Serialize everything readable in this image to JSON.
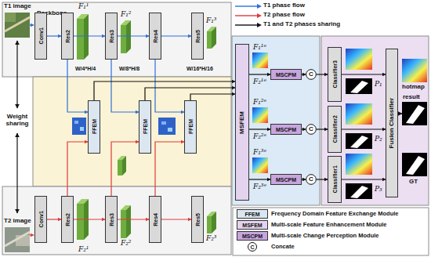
{
  "diagram": {
    "nodes": [
      {
        "text": [
          "Backbone"
        ]
      },
      {
        "text": [
          "Conv1"
        ],
        "in": 0
      },
      {
        "text": [
          "Res2"
        ],
        "in": 0
      },
      {
        "text": [
          "Res3"
        ],
        "in": 0
      },
      {
        "text": [
          "Res4"
        ],
        "in": 0
      },
      {
        "text": [
          "Res5"
        ],
        "in": 0
      },
      {
        "text": [
          "FFEM"
        ]
      },
      {
        "text": [
          "FFEM"
        ]
      },
      {
        "text": [
          "FFEM"
        ]
      },
      {
        "text": [
          "Conv1"
        ]
      },
      {
        "text": [
          "Res2"
        ]
      },
      {
        "text": [
          "Res3"
        ]
      },
      {
        "text": [
          "Res4"
        ]
      },
      {
        "text": [
          "Res5"
        ]
      },
      {
        "text": [
          "MSFEM"
        ]
      },
      {
        "text": [
          "MSCPM"
        ]
      },
      {
        "text": [
          "MSCPM"
        ]
      },
      {
        "text": [
          "MSCPM"
        ]
      },
      {
        "text": [
          "C"
        ]
      },
      {
        "text": [
          "C"
        ]
      },
      {
        "text": [
          "C"
        ]
      },
      {
        "text": [
          "Classifier3"
        ]
      },
      {
        "text": [
          "Classifier2"
        ]
      },
      {
        "text": [
          "Classifier1"
        ]
      },
      {
        "text": [
          "Fusion Classifier"
        ]
      }
    ],
    "edges": [
      {
        "from": 1,
        "to": 2,
        "arrow": "to"
      },
      {
        "from": 2,
        "to": 3,
        "arrow": "to"
      },
      {
        "from": 3,
        "to": 4,
        "arrow": "to"
      },
      {
        "from": 4,
        "to": 5,
        "arrow": "to"
      },
      {
        "from": 9,
        "to": 10,
        "arrow": "to"
      },
      {
        "from": 10,
        "to": 11,
        "arrow": "to"
      },
      {
        "from": 11,
        "to": 12,
        "arrow": "to"
      },
      {
        "from": 12,
        "to": 13,
        "arrow": "to"
      },
      {
        "from": 2,
        "to": 6,
        "arrow": "to"
      },
      {
        "from": 10,
        "to": 6,
        "arrow": "to"
      },
      {
        "from": 3,
        "to": 7,
        "arrow": "to"
      },
      {
        "from": 11,
        "to": 7,
        "arrow": "to"
      },
      {
        "from": 4,
        "to": 8,
        "arrow": "to"
      },
      {
        "from": 12,
        "to": 8,
        "arrow": "to"
      },
      {
        "from": 6,
        "to": 14,
        "arrow": "to"
      },
      {
        "from": 7,
        "to": 14,
        "arrow": "to"
      },
      {
        "from": 8,
        "to": 14,
        "arrow": "to"
      },
      {
        "from": 14,
        "to": 15,
        "arrow": "to"
      },
      {
        "from": 14,
        "to": 16,
        "arrow": "to"
      },
      {
        "from": 14,
        "to": 17,
        "arrow": "to"
      },
      {
        "from": 15,
        "to": 18,
        "arrow": "to"
      },
      {
        "from": 16,
        "to": 19,
        "arrow": "to"
      },
      {
        "from": 17,
        "to": 20,
        "arrow": "to"
      },
      {
        "from": 18,
        "to": 21,
        "arrow": "to"
      },
      {
        "from": 19,
        "to": 22,
        "arrow": "to"
      },
      {
        "from": 20,
        "to": 23,
        "arrow": "to"
      },
      {
        "from": 21,
        "to": 24,
        "arrow": "to"
      },
      {
        "from": 22,
        "to": 24,
        "arrow": "to"
      },
      {
        "from": 23,
        "to": 24,
        "arrow": "to"
      }
    ],
    "labels": [
      "T1 image",
      "T2 image",
      "Weight sharing",
      "F₁¹",
      "F₁²",
      "F₁³",
      "F₂¹",
      "F₂²",
      "F₂³",
      "W/4*H/4",
      "W/8*H/8",
      "W/16*H/16",
      "F₁¹ᵉ",
      "F₂¹ᵉ",
      "F₁²ᵉ",
      "F₂²ᵉ",
      "F₁³ᵉ",
      "F₂³ᵉ",
      "P₁",
      "P₂",
      "P₃",
      "hotmap",
      "result",
      "GT",
      "FFEM",
      "MSFEM",
      "MSCPM",
      "C"
    ],
    "legend": [
      {
        "text": "T1 phase flow"
      },
      {
        "text": "T2 phase flow"
      },
      {
        "text": "T1 and T2 phases sharing"
      },
      {
        "text": "Frequency Domain Feature Exchange Module",
        "color": "#dbe6f1"
      },
      {
        "text": "Multi-scale Feature Enhancement Module",
        "color": "#e4d3ee"
      },
      {
        "text": "Multi-scale Change Perception Module",
        "color": "#c7a5de"
      },
      {
        "text": "Concate"
      }
    ]
  }
}
